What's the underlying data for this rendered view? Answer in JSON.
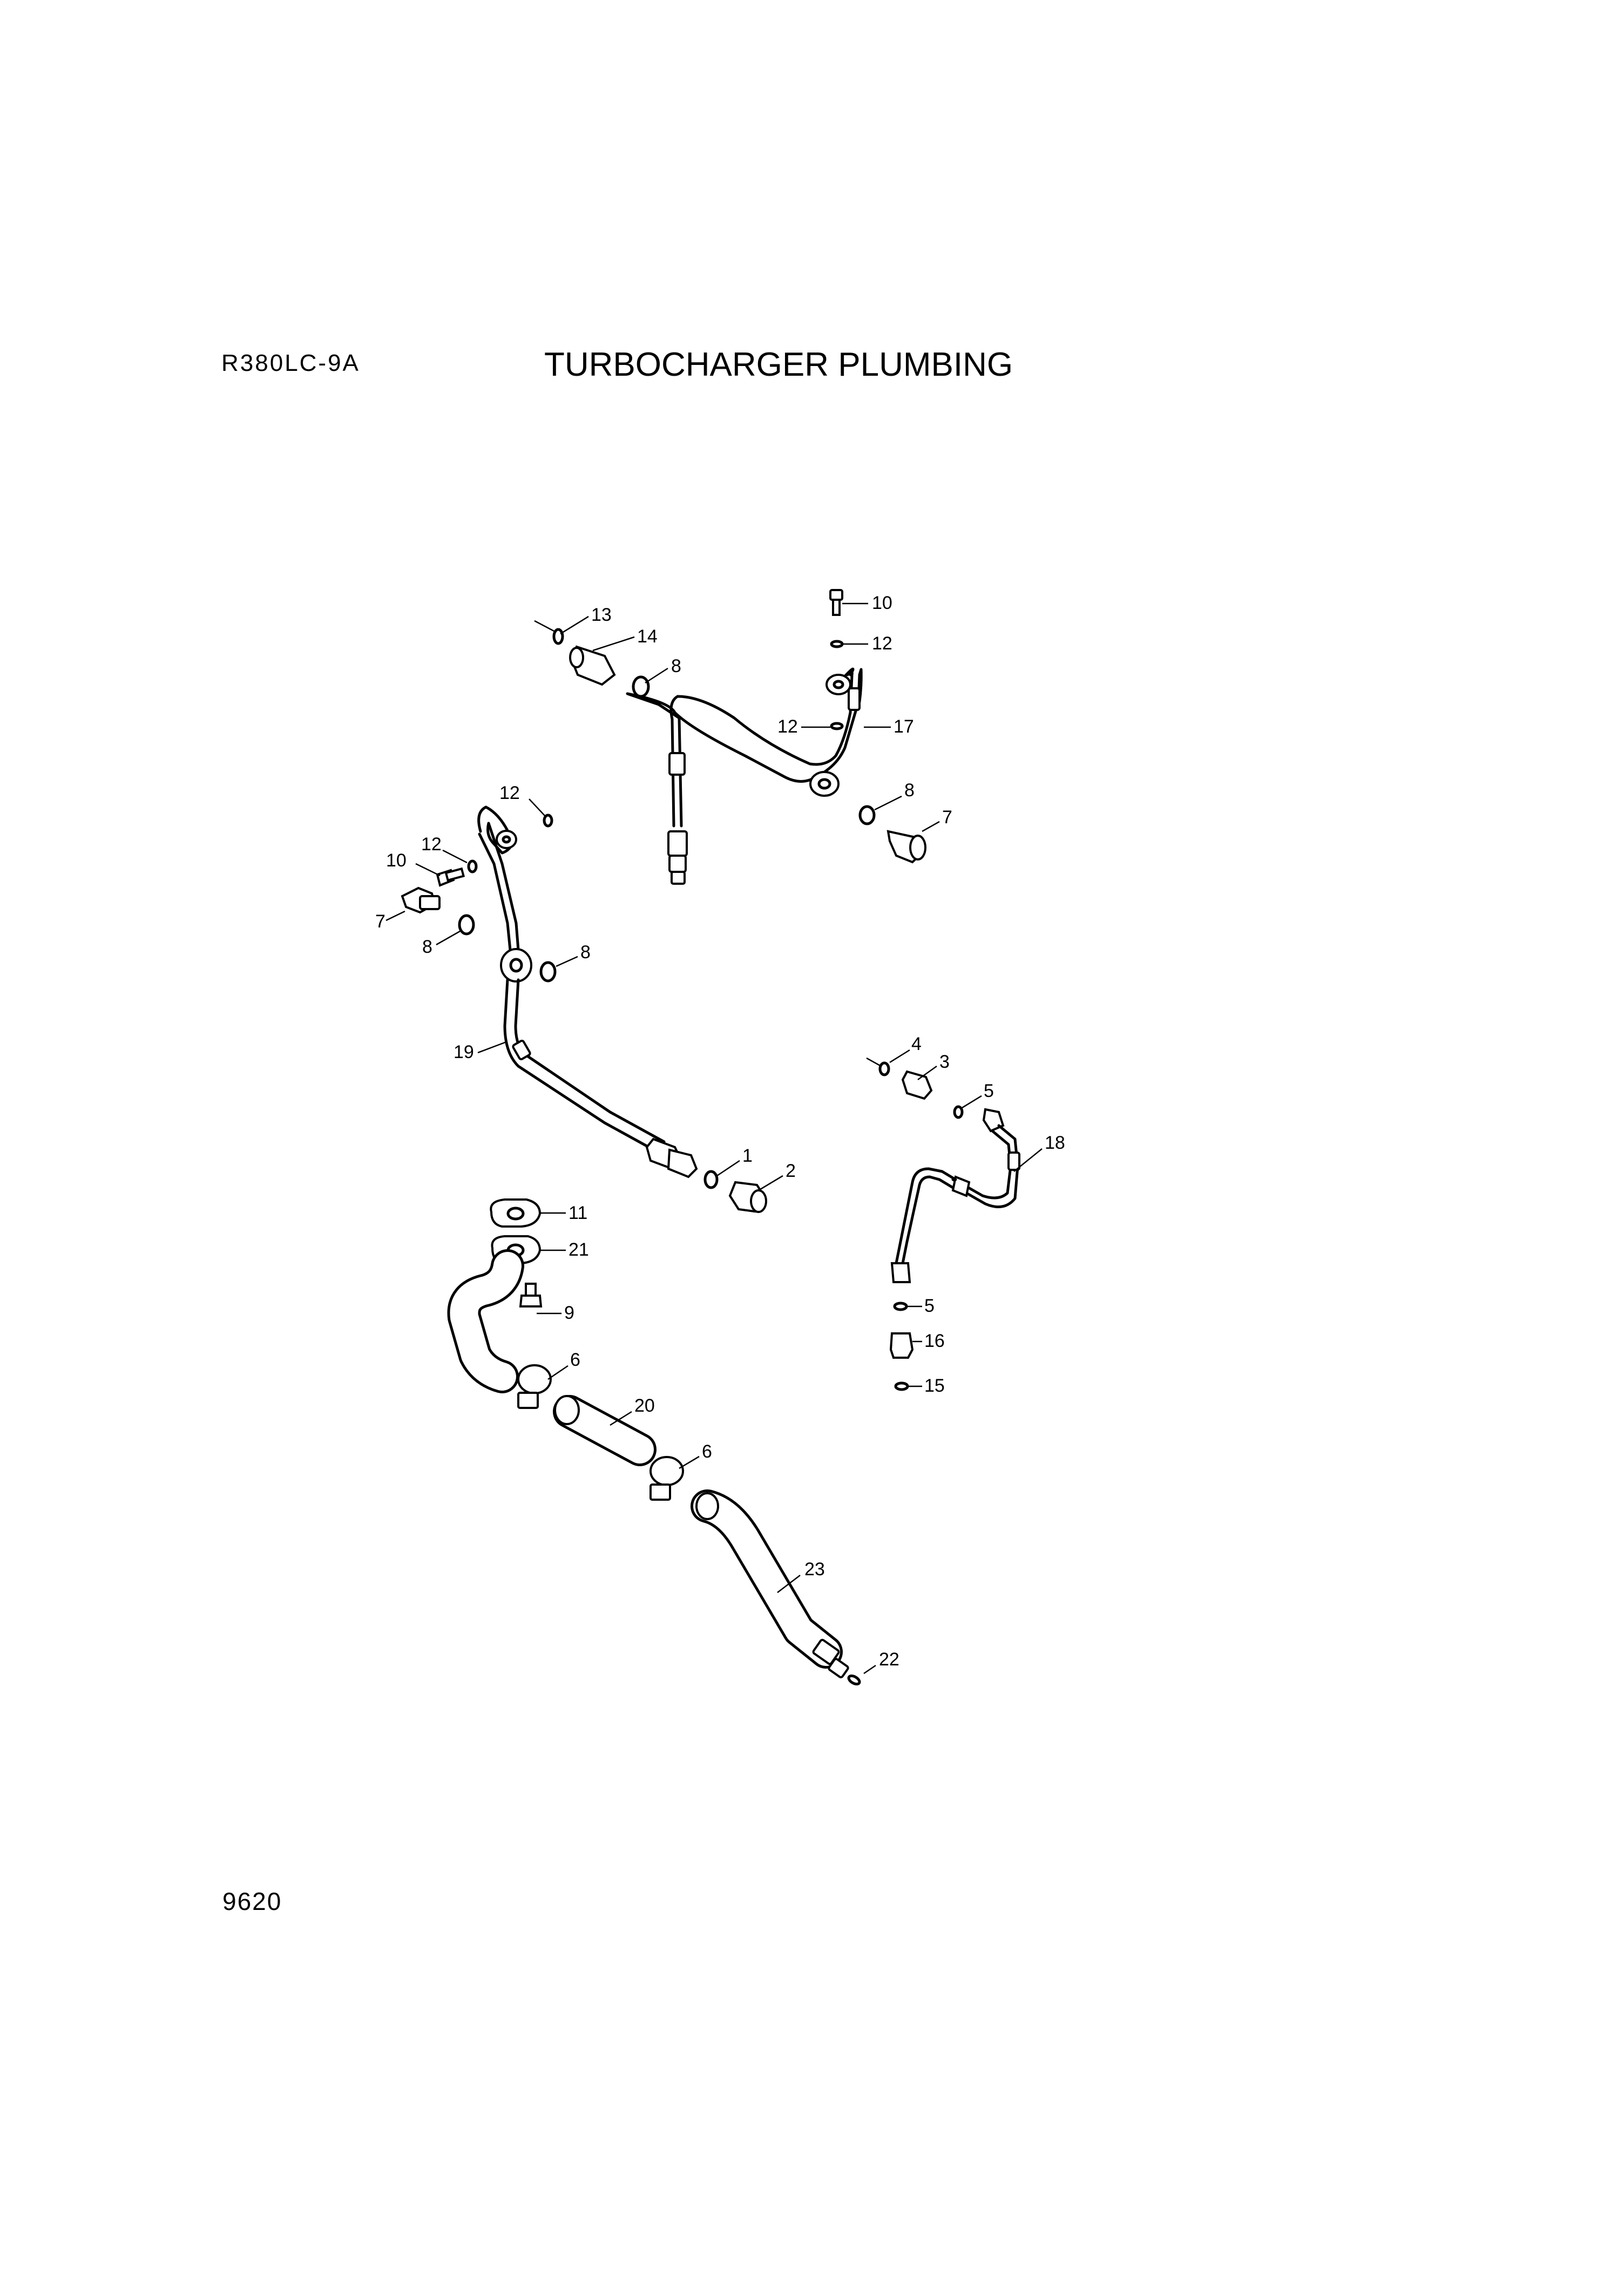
{
  "header": {
    "model": "R380LC-9A",
    "title": "TURBOCHARGER PLUMBING"
  },
  "footer": {
    "page_number": "9620"
  },
  "callouts": {
    "c13": "13",
    "c14": "14",
    "c8a": "8",
    "c10a": "10",
    "c12a": "12",
    "c12b": "12",
    "c17": "17",
    "c8b": "8",
    "c7a": "7",
    "c12c": "12",
    "c12d": "12",
    "c10b": "10",
    "c7b": "7",
    "c8c": "8",
    "c8d": "8",
    "c19": "19",
    "c1": "1",
    "c2": "2",
    "c4": "4",
    "c3": "3",
    "c5a": "5",
    "c18": "18",
    "c5b": "5",
    "c16": "16",
    "c15": "15",
    "c11": "11",
    "c21": "21",
    "c9": "9",
    "c6a": "6",
    "c20": "20",
    "c6b": "6",
    "c23": "23",
    "c22": "22"
  }
}
